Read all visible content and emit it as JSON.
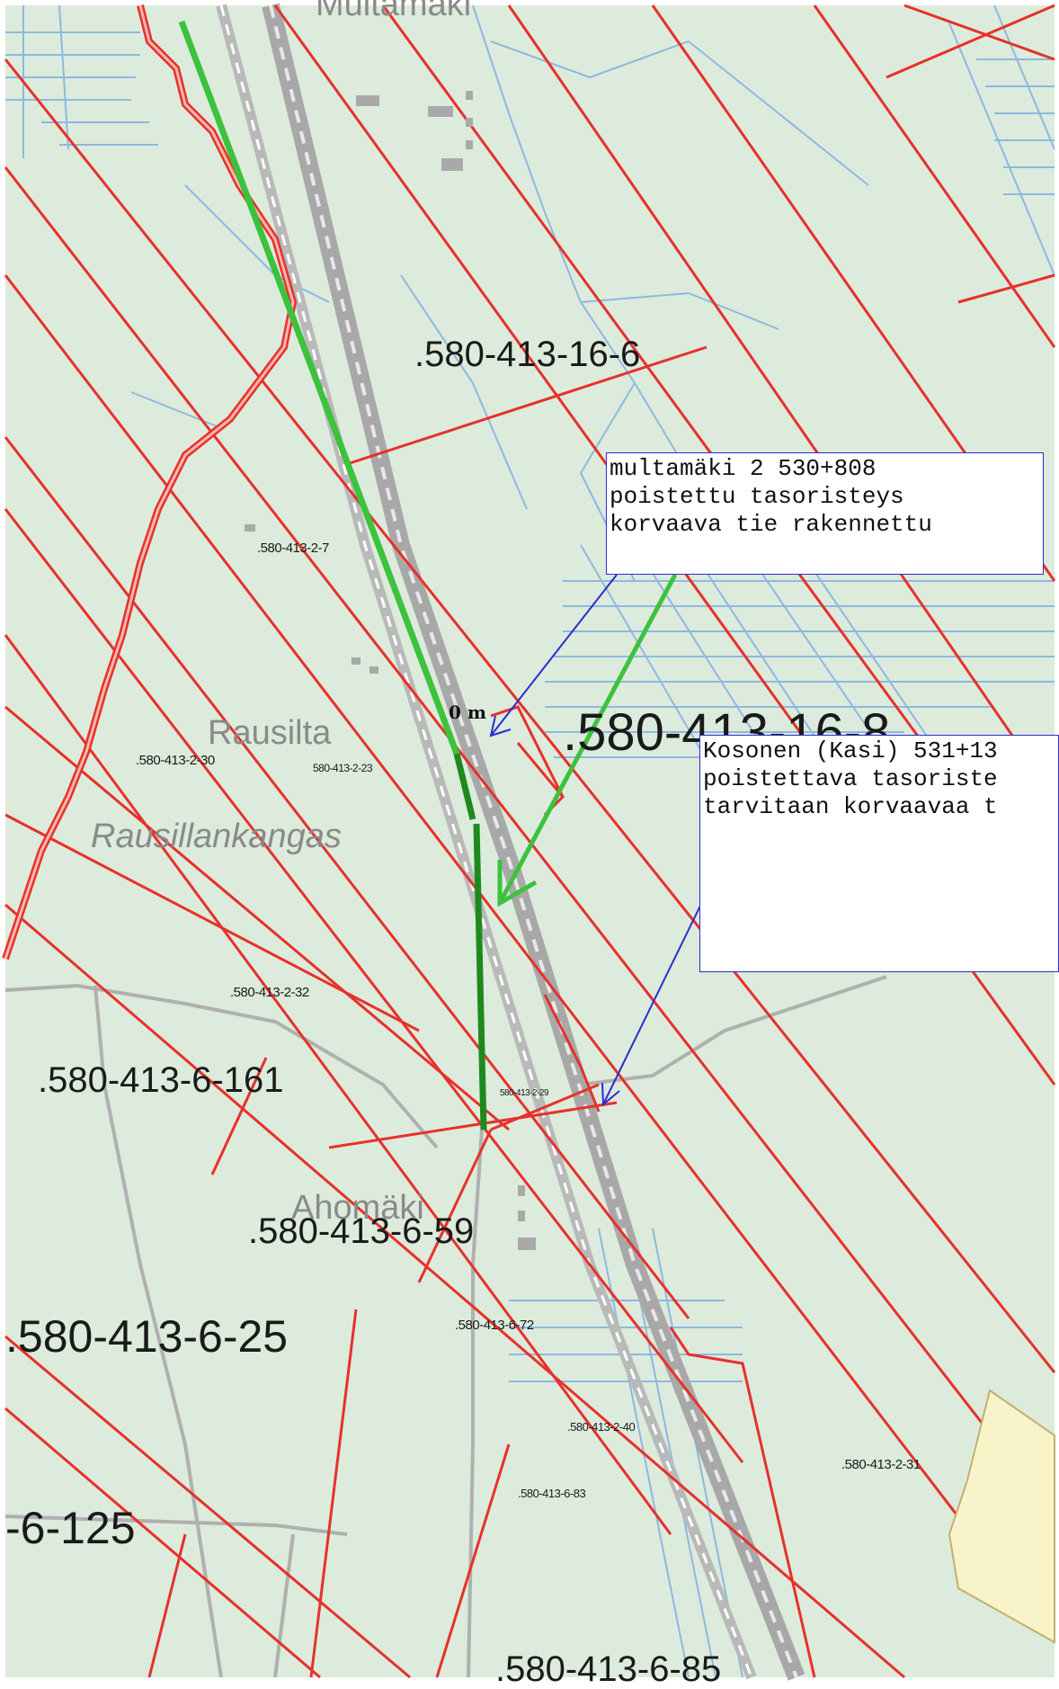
{
  "map": {
    "title_partial": "Multamäki",
    "parcels": [
      ".580-413-16-6",
      ".580-413-16-8",
      ".580-413-6-161",
      ".580-413-6-59",
      ".580-413-6-25",
      "-6-125",
      ".580-413-6-85"
    ],
    "small_parcels": [
      ".580-413-2-7",
      ".580-413-2-30",
      "580-413-2-23",
      ".580-413-2-32",
      "580-413-2-29",
      ".580-413-6-72",
      ".580-413-2-40",
      ".580-413-6-83",
      ".580-413-2-31"
    ],
    "places": {
      "rausilta": "Rausilta",
      "rausillankangas": "Rausillankangas",
      "ahomaki": "Ahomäki"
    },
    "meter_label": "0 m",
    "colors": {
      "background": "#dcebdc",
      "parcel_border": "#e8302a",
      "water": "#8fb8e0",
      "railway": "#a8a8a8",
      "green_line": "#3cc23c",
      "dark_green_line": "#1e8a1e",
      "callout_arrow": "#2c2cd0"
    },
    "icons": {
      "arrow": "arrow-icon",
      "railway": "railway-icon"
    }
  },
  "callouts": {
    "first": {
      "line1": "multamäki 2 530+808",
      "line2": "poistettu tasoristeys",
      "line3": "korvaava tie rakennettu"
    },
    "second": {
      "line1": "Kosonen (Kasi) 531+13",
      "line2": "poistettava tasoriste",
      "line3": "tarvitaan korvaavaa t"
    }
  }
}
